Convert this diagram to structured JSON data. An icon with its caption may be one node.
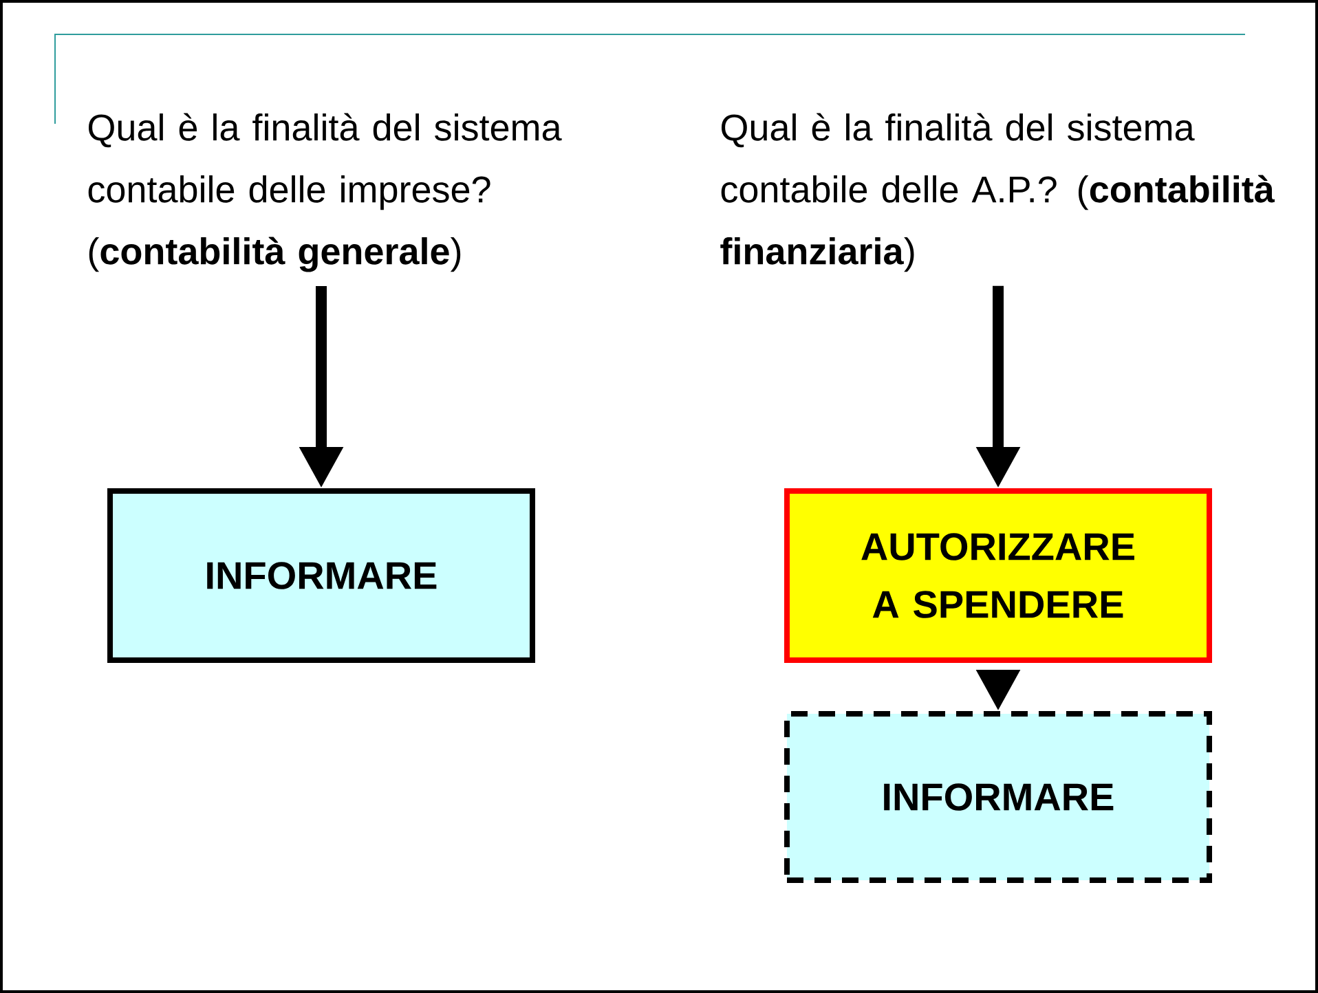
{
  "diagram": {
    "nodes": [
      {
        "text": [
          "Qual è la finalità del sistema contabile delle imprese? (**contabilità generale**)"
        ]
      },
      {
        "text": [
          "INFORMARE"
        ]
      },
      {
        "text": [
          "Qual è la finalità del sistema contabile delle A.P.? (**contabilità finanziaria**)"
        ]
      },
      {
        "text": [
          "AUTORIZZARE A SPENDERE"
        ]
      },
      {
        "text": [
          "INFORMARE"
        ]
      }
    ],
    "edges": [
      {
        "from": 0,
        "to": 1,
        "arrow": "to"
      },
      {
        "from": 2,
        "to": 3,
        "arrow": "to"
      },
      {
        "from": 3,
        "to": 4,
        "arrow": "to"
      }
    ]
  }
}
